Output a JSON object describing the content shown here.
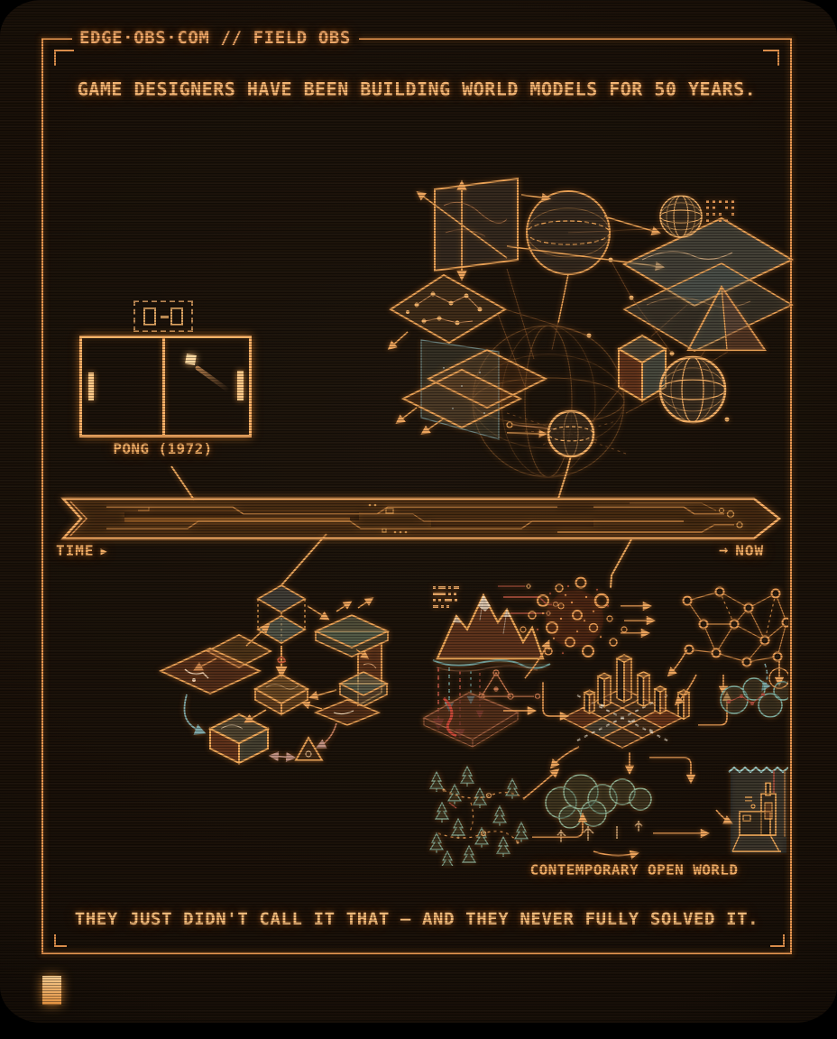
{
  "header": {
    "label": "EDGE·OBS·COM // FIELD OBS"
  },
  "headline": "GAME DESIGNERS HAVE BEEN BUILDING WORLD MODELS FOR 50 YEARS.",
  "pong": {
    "caption": "PONG (1972)",
    "score_display": "0 - 0"
  },
  "timeline": {
    "start_label": "TIME",
    "start_icon": "▶",
    "end_icon": "→",
    "end_label": "NOW"
  },
  "open_world": {
    "caption": "CONTEMPORARY OPEN WORLD"
  },
  "footer": "THEY JUST DIDN'T CALL IT THAT — AND THEY NEVER FULLY SOLVED IT.",
  "colors": {
    "background": "#191008",
    "glow_orange": "#ffb267",
    "amber_text": "#f2ae66",
    "dim_orange": "#b5762f",
    "teal_accent": "#7fa8a8",
    "rust_accent": "#b05040"
  }
}
